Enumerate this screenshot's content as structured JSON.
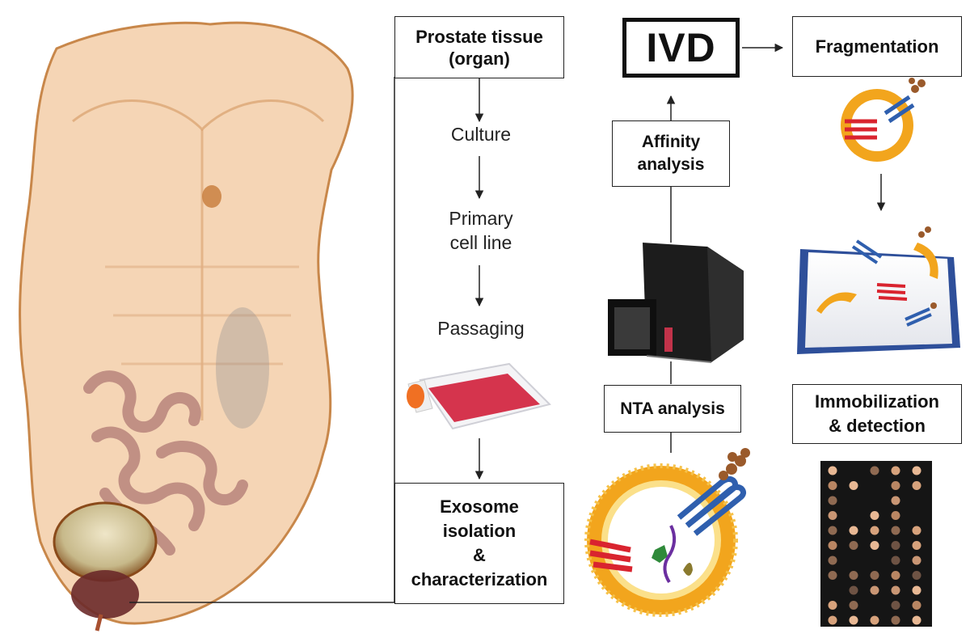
{
  "steps": {
    "prostate_tissue": "Prostate tissue\n(organ)",
    "culture": "Culture",
    "primary_cell_line": "Primary\ncell line",
    "passaging": "Passaging",
    "exosome_isolation": "Exosome\nisolation\n&\ncharacterization",
    "nta_analysis": "NTA analysis",
    "affinity_analysis": "Affinity\nanalysis",
    "ivd": "IVD",
    "fragmentation": "Fragmentation",
    "immobilization_detection": "Immobilization\n& detection"
  },
  "icons": {
    "torso": "human-torso-illustration",
    "flask": "cell-culture-flask",
    "instrument": "nta-instrument",
    "exosome": "exosome-vesicle",
    "fragment": "exosome-fragment",
    "slide": "microarray-slide",
    "array": "microarray-spot-grid"
  },
  "colors": {
    "skin": "#f1c79c",
    "skin_edge": "#c8874a",
    "intestine": "#b07a74",
    "medium": "#d21f3b",
    "cap": "#f07023",
    "lipid": "#f2a51d",
    "protein_blue": "#2f5fae",
    "protein_red": "#d9242f",
    "antibody": "#9a5a2b",
    "array_bg": "#151515",
    "spot": "#d7a27c"
  }
}
